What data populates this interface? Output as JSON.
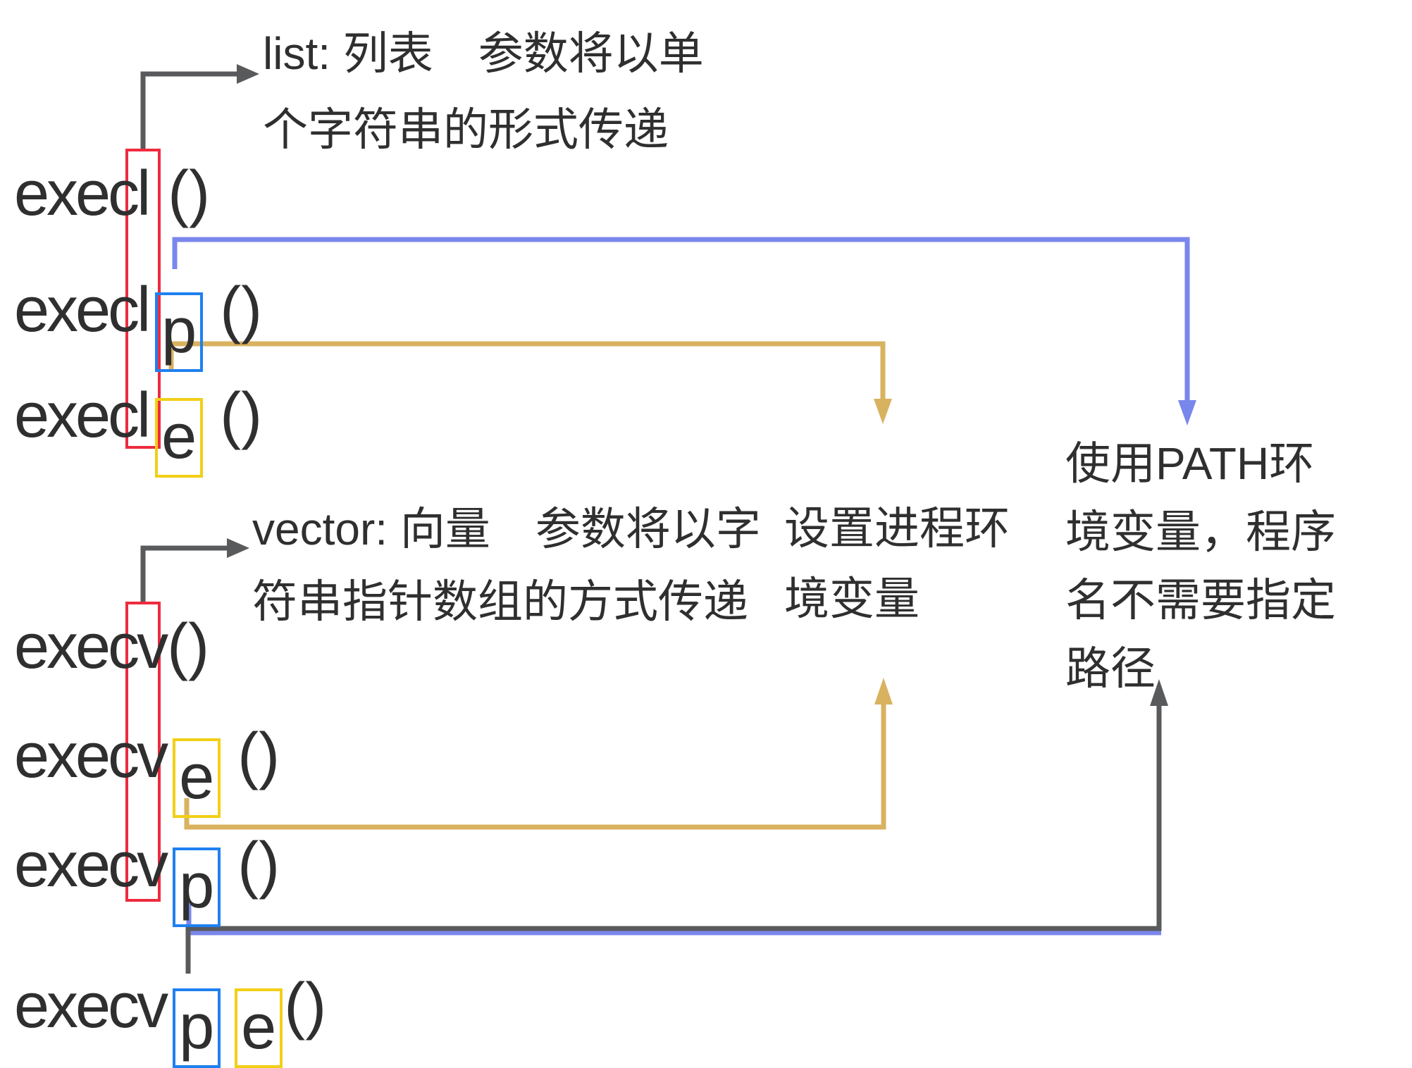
{
  "functions": [
    {
      "prefix": "execl",
      "parens": "()"
    },
    {
      "prefix": "execl",
      "letter1": "p",
      "parens": "()"
    },
    {
      "prefix": "execl",
      "letter1": "e",
      "parens": "()"
    },
    {
      "prefix": "execv",
      "parens": "()"
    },
    {
      "prefix": "execv",
      "letter1": "e",
      "parens": "()"
    },
    {
      "prefix": "execv",
      "letter1": "p",
      "parens": "()"
    },
    {
      "prefix": "execv",
      "letter1": "p",
      "letter2": "e",
      "parens": "()"
    }
  ],
  "annotations": {
    "list_note": {
      "line1": "list: 列表　参数将以单",
      "line2": "个字符串的形式传递"
    },
    "vector_note": {
      "line1": "vector: 向量　参数将以字",
      "line2": "符串指针数组的方式传递"
    },
    "env_note": {
      "line1": "设置进程环",
      "line2": "境变量"
    },
    "path_note": {
      "line1": "使用PATH环",
      "line2": "境变量，程序",
      "line3": "名不需要指定",
      "line4": "路径"
    }
  },
  "colors": {
    "red": "#ee2b3f",
    "blue": "#1f80f0",
    "yellow": "#f2cf16",
    "gold": "#d9b25f",
    "periwinkle": "#7987ec",
    "gray": "#595a5c",
    "ink": "#2f2f2f"
  }
}
